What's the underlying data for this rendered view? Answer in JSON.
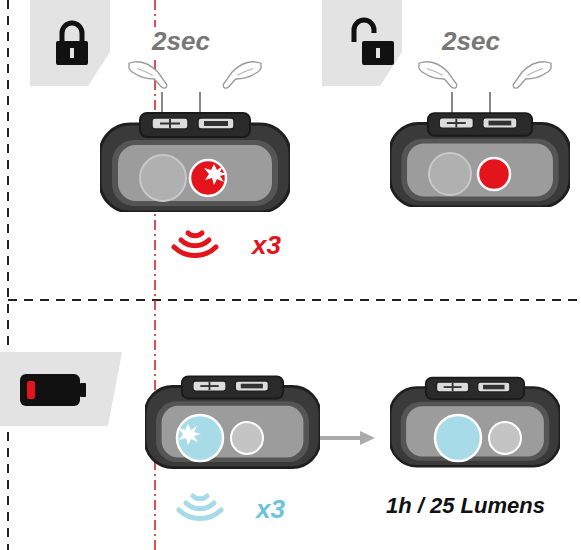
{
  "diagram": {
    "labels": [
      "2sec",
      "2sec",
      "x3",
      "x3",
      "1h / 25 Lumens"
    ]
  }
}
